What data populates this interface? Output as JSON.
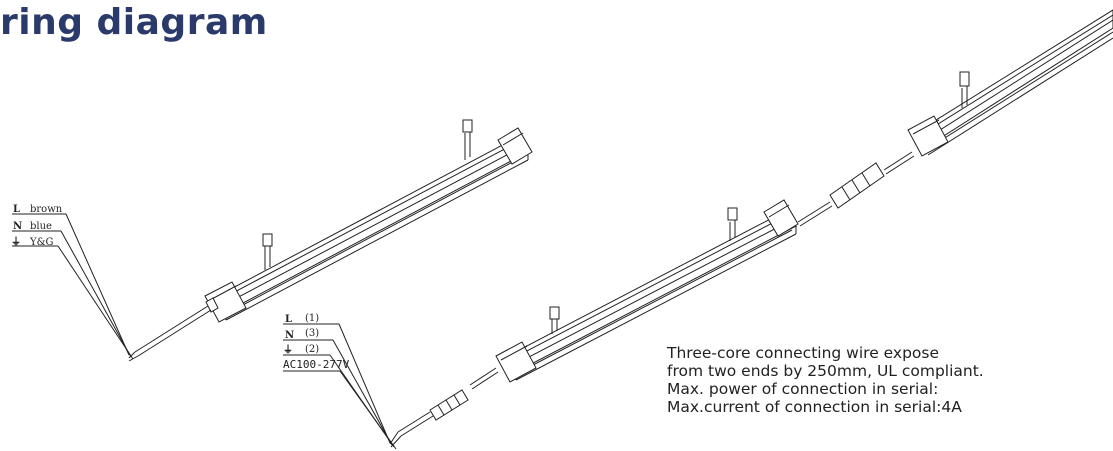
{
  "title": "ring diagram",
  "left_labels": [
    {
      "code": "L",
      "name": "brown",
      "symbol": ""
    },
    {
      "code": "N",
      "name": "blue",
      "symbol": ""
    },
    {
      "code": "",
      "name": "Y&G",
      "symbol": "⏚"
    }
  ],
  "right_labels": [
    {
      "code": "L",
      "name": "(1)",
      "symbol": ""
    },
    {
      "code": "N",
      "name": "(3)",
      "symbol": ""
    },
    {
      "code": "",
      "name": "(2)",
      "symbol": "⏚"
    }
  ],
  "voltage": "AC100-277V",
  "note_lines": [
    "Three-core connecting wire expose",
    "from two ends by 250mm, UL compliant.",
    "Max. power of connection in serial:",
    "Max.current of connection in serial:4A"
  ],
  "colors": {
    "title": "#2a3a6b",
    "line": "#222222"
  }
}
